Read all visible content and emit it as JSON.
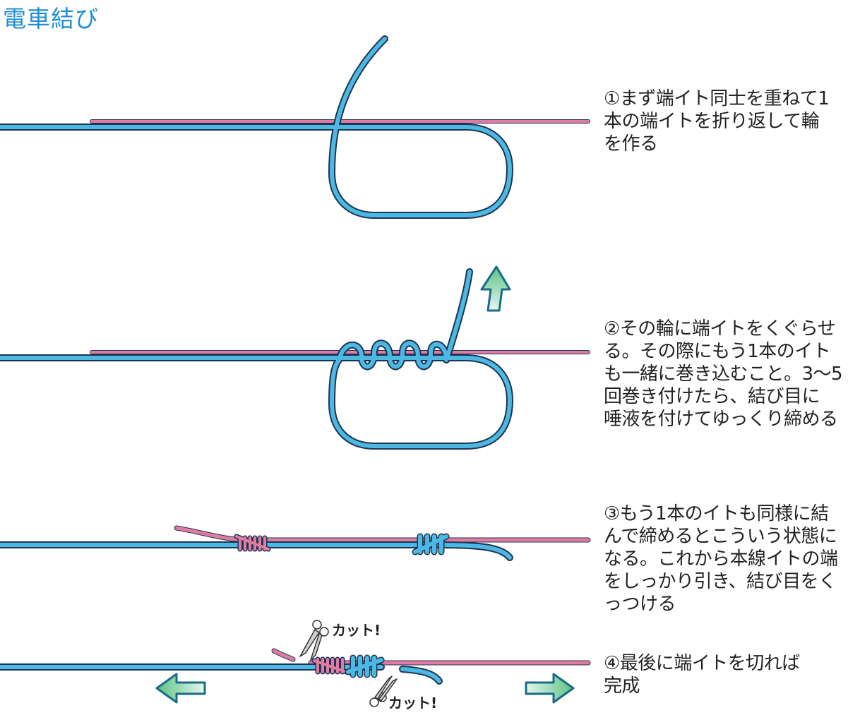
{
  "title": "電車結び",
  "colors": {
    "line_blue": "#4cb8e4",
    "line_pink": "#e27ba3",
    "outline": "#1d3550",
    "arrow_fill": "#7fcf9a",
    "title": "#1e8fd0"
  },
  "steps": [
    {
      "lines": [
        "①まず端イト同士を重ねて1",
        "本の端イトを折り返して輪",
        "を作る"
      ]
    },
    {
      "lines": [
        "②その輪に端イトをくぐらせ",
        "る。その際にもう1本のイト",
        "も一緒に巻き込むこと。3〜5",
        "回巻き付けたら、結び目に",
        "唾液を付けてゆっくり締める"
      ]
    },
    {
      "lines": [
        "③もう1本のイトも同様に結",
        "んで締めるとこういう状態に",
        "なる。これから本線イトの端",
        "をしっかり引き、結び目をく",
        "っつける"
      ]
    },
    {
      "lines": [
        "④最後に端イトを切れば",
        "完成"
      ]
    }
  ],
  "cut_labels": [
    "カット!",
    "カット!"
  ]
}
